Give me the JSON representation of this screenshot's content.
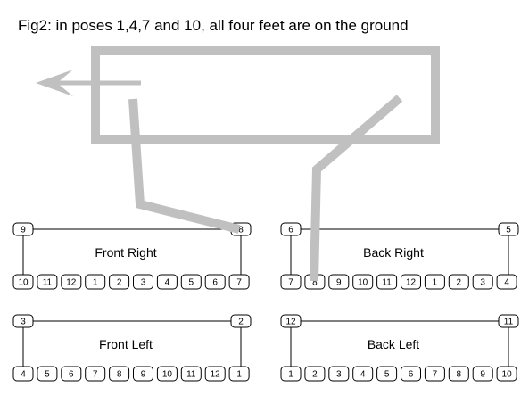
{
  "title": "Fig2: in poses 1,4,7 and 10, all four feet are on the ground",
  "colors": {
    "overlay": "#c0c0c0",
    "line": "#000000",
    "box_fill": "#ffffff"
  },
  "panels": [
    {
      "id": "front-right",
      "label": "Front Right",
      "top_left": "9",
      "top_right": "8",
      "bottom": [
        "10",
        "11",
        "12",
        "1",
        "2",
        "3",
        "4",
        "5",
        "6",
        "7"
      ]
    },
    {
      "id": "back-right",
      "label": "Back Right",
      "top_left": "6",
      "top_right": "5",
      "bottom": [
        "7",
        "8",
        "9",
        "10",
        "11",
        "12",
        "1",
        "2",
        "3",
        "4"
      ]
    },
    {
      "id": "front-left",
      "label": "Front Left",
      "top_left": "3",
      "top_right": "2",
      "bottom": [
        "4",
        "5",
        "6",
        "7",
        "8",
        "9",
        "10",
        "11",
        "12",
        "1"
      ]
    },
    {
      "id": "back-left",
      "label": "Back Left",
      "top_left": "12",
      "top_right": "11",
      "bottom": [
        "1",
        "2",
        "3",
        "4",
        "5",
        "6",
        "7",
        "8",
        "9",
        "10"
      ]
    }
  ]
}
